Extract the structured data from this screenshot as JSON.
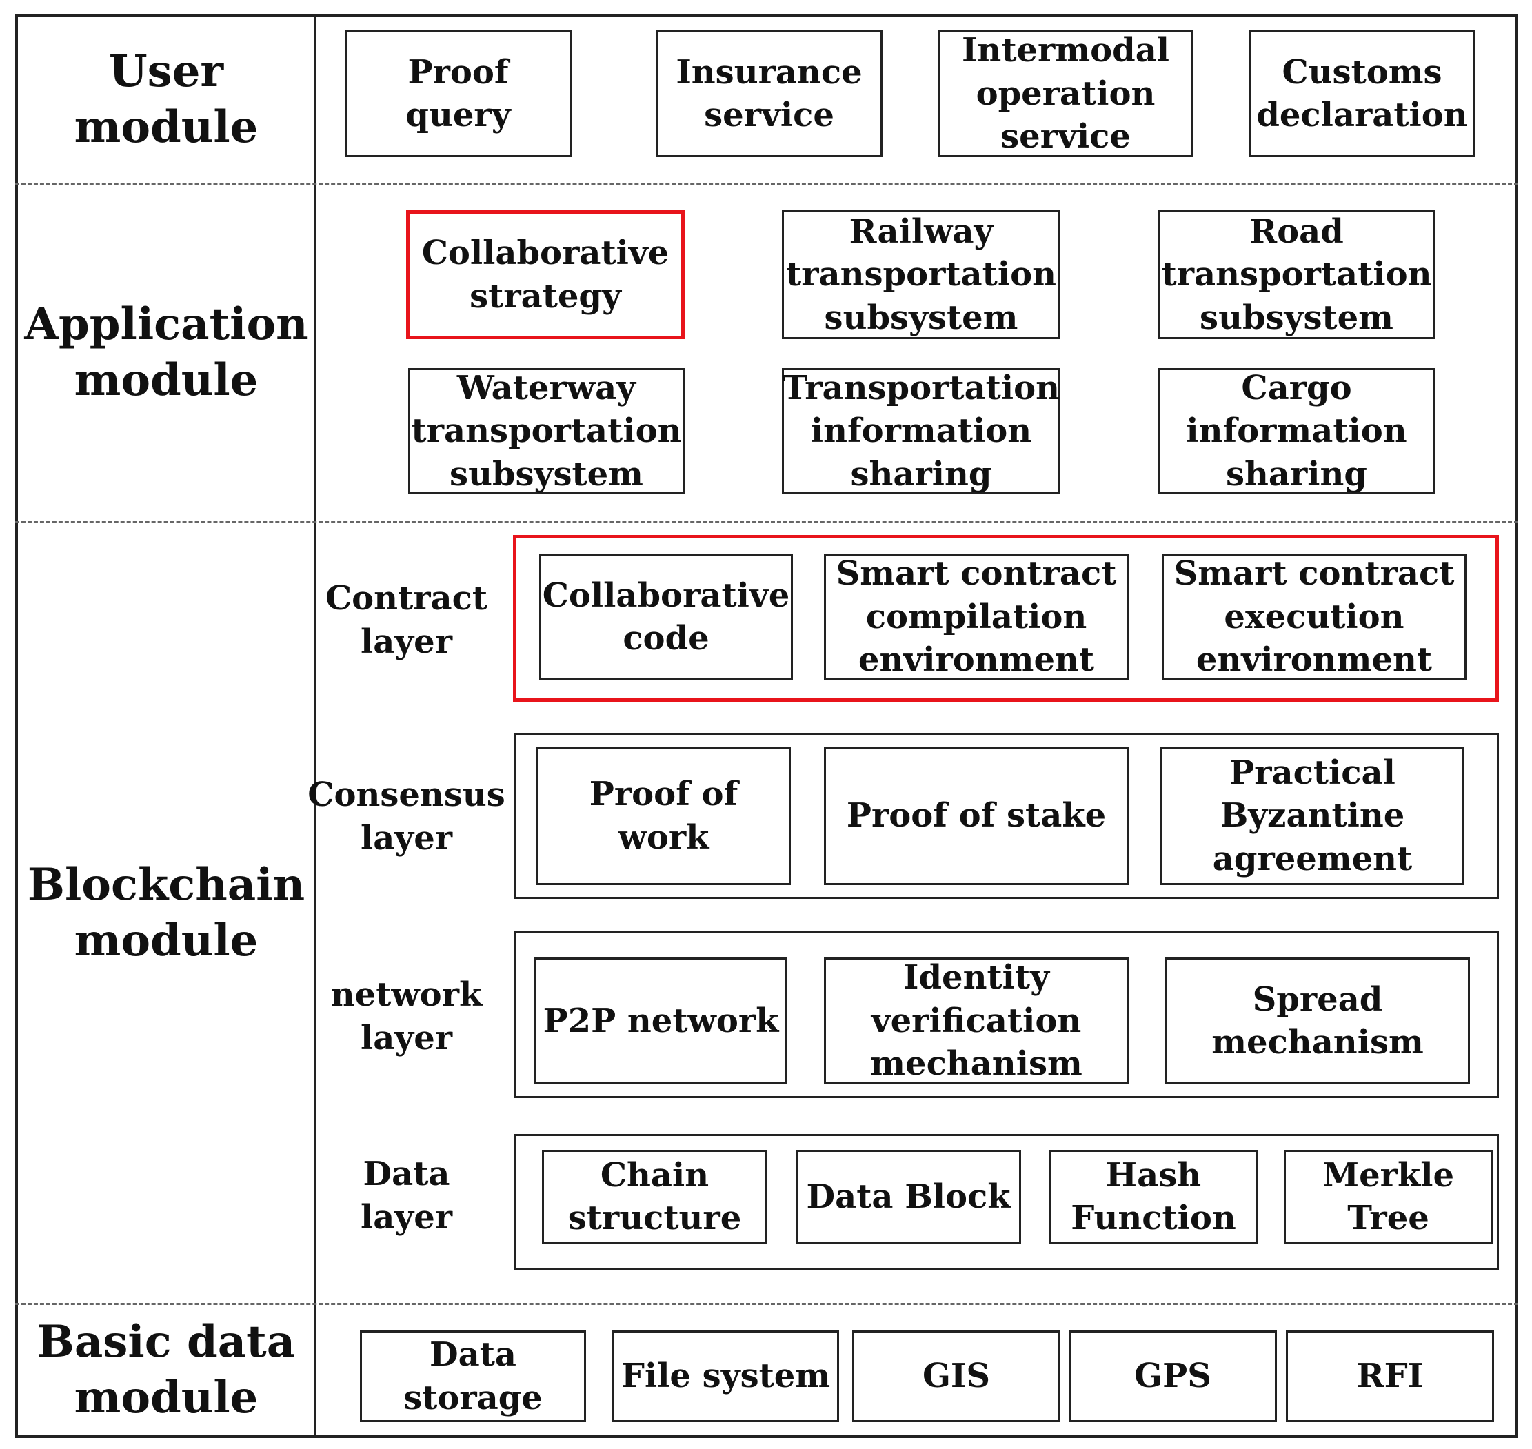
{
  "modules": {
    "user": "User\nmodule",
    "application": "Application\nmodule",
    "blockchain": "Blockchain\nmodule",
    "basic": "Basic data\nmodule"
  },
  "user_module": [
    "Proof\nquery",
    "Insurance\nservice",
    "Intermodal\noperation\nservice",
    "Customs\ndeclaration"
  ],
  "application_module": [
    "Collaborative\nstrategy",
    "Railway\ntransportation\nsubsystem",
    "Road\ntransportation\nsubsystem",
    "Waterway\ntransportation\nsubsystem",
    "Transportation\ninformation\nsharing",
    "Cargo\ninformation\nsharing"
  ],
  "layers": {
    "contract": "Contract\nlayer",
    "consensus": "Consensus\nlayer",
    "network": "network\nlayer",
    "data": "Data layer"
  },
  "contract_layer": [
    "Collaborative\ncode",
    "Smart contract\ncompilation\nenvironment",
    "Smart contract\nexecution\nenvironment"
  ],
  "consensus_layer": [
    "Proof of work",
    "Proof of stake",
    "Practical\nByzantine\nagreement"
  ],
  "network_layer": [
    "P2P network",
    "Identity\nverification\nmechanism",
    "Spread\nmechanism"
  ],
  "data_layer": [
    "Chain\nstructure",
    "Data Block",
    "Hash\nFunction",
    "Merkle Tree"
  ],
  "basic_data_module": [
    "Data storage",
    "File system",
    "GIS",
    "GPS",
    "RFI"
  ],
  "colors": {
    "highlight": "#e8141b",
    "line": "#222222",
    "dash": "#666666"
  }
}
